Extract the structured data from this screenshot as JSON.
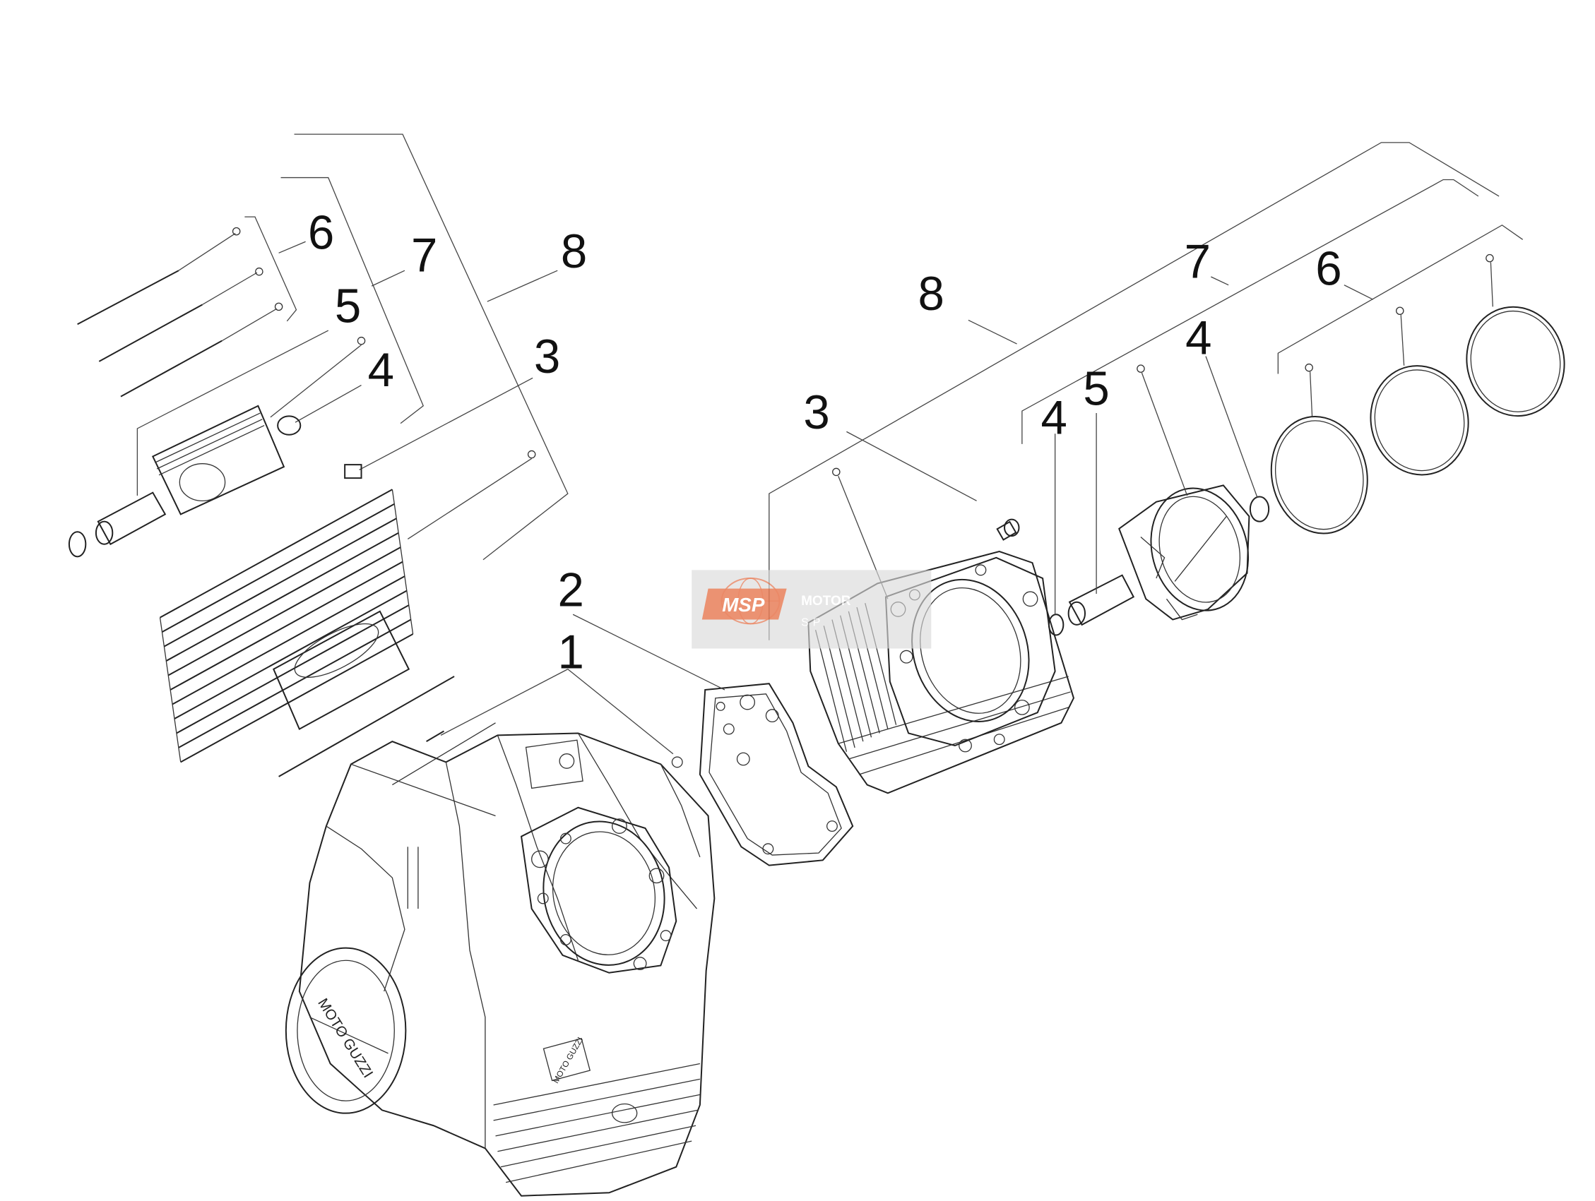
{
  "callouts": {
    "left": [
      {
        "id": "6",
        "label": "6"
      },
      {
        "id": "7",
        "label": "7"
      },
      {
        "id": "8",
        "label": "8"
      },
      {
        "id": "5",
        "label": "5"
      },
      {
        "id": "4",
        "label": "4"
      },
      {
        "id": "3",
        "label": "3"
      }
    ],
    "right": [
      {
        "id": "8",
        "label": "8"
      },
      {
        "id": "7",
        "label": "7"
      },
      {
        "id": "6",
        "label": "6"
      },
      {
        "id": "4a",
        "label": "4"
      },
      {
        "id": "5",
        "label": "5"
      },
      {
        "id": "4b",
        "label": "4"
      },
      {
        "id": "3",
        "label": "3"
      }
    ],
    "lower": [
      {
        "id": "2",
        "label": "2"
      },
      {
        "id": "1",
        "label": "1"
      }
    ]
  },
  "engine_text": {
    "brand_cover": "MOTO GUZZI",
    "brand_block": "MOTO GUZZI"
  },
  "watermark": {
    "logo": "MSP",
    "line1": "MOTOR",
    "line2": "SP",
    "logo_color": "#e8734a",
    "box_color": "#d9d9d9"
  },
  "colors": {
    "line": "#222222",
    "background": "#ffffff"
  }
}
